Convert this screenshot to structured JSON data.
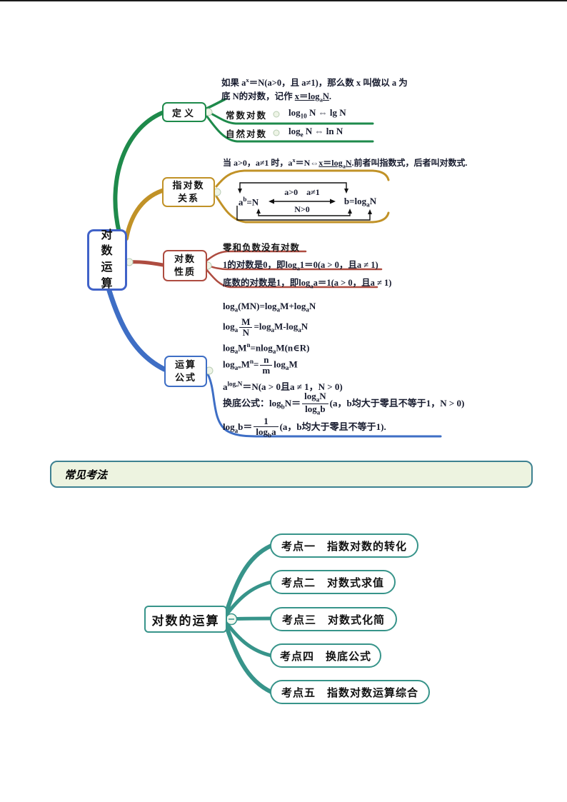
{
  "map1": {
    "root": "对\n数\n运\n算",
    "branches": {
      "definition": {
        "label": "定义",
        "text": "如果 a^{x}＝N(a>0，且 a≠1)，那么数 x 叫做以 a 为\n底 N的对数，记作 U{x＝log_{a}N}.",
        "rows": [
          {
            "label": "常数对数",
            "formula": "log_{10} N ⇔ lg N"
          },
          {
            "label": "自然对数",
            "formula": "log_{e} N ⇔ ln N"
          }
        ]
      },
      "relation": {
        "label": "指对数\n关系",
        "text": "当 a>0，a≠1 时，a^{x}＝N⇔U{x＝log_{a}N}.前者叫指数式，后者叫对数式.",
        "diagram": {
          "left": "a^{b}=N",
          "right": "b=log_{a}N",
          "top": "a>0　a≠1",
          "bottom": "N>0"
        }
      },
      "properties": {
        "label": "对数\n性质",
        "items": [
          "零和负数没有对数",
          "1的对数是0，即log_{a}1＝0(a > 0，且a ≠ 1)",
          "底数的对数是1，即log_{a}a＝1(a > 0，且a ≠ 1)"
        ]
      },
      "formulas": {
        "label": "运算\n公式",
        "items": [
          "log_{a}(MN)=log_{a}M+log_{a}N",
          "log_{a}FRAC{M}{N}=log_{a}M-log_{a}N",
          "log_{a}M^{n}=nlog_{a}M(n∈R)",
          "log_{aᵐ}M^{n}=FRAC{n}{m}log_{a}M",
          "a^{logₐN}＝N(a > 0且a ≠ 1，N > 0)",
          "换底公式：log_{b}N＝FRAC{log_{a}N}{log_{a}b}(a，b均大于零且不等于1，N > 0)",
          "log_{a}b＝FRAC{1}{log_{b}a}(a，b均大于零且不等于1)."
        ]
      }
    }
  },
  "banner": {
    "title": "常见考法"
  },
  "map2": {
    "root": "对数的运算",
    "collapse_glyph": "−",
    "items": [
      "考点一　指数对数的转化",
      "考点二　对数式求值",
      "考点三　对数式化简",
      "考点四　换底公式",
      "考点五　指数对数运算综合"
    ]
  },
  "colors": {
    "branch_green": "#1e8a4b",
    "branch_gold": "#c19227",
    "branch_red": "#ae4c40",
    "branch_blue": "#3e6ec5",
    "branch_teal": "#37948a",
    "root_border_blue": "#4062c8",
    "banner_bg": "#edf3e0",
    "banner_border": "#3e8191"
  }
}
